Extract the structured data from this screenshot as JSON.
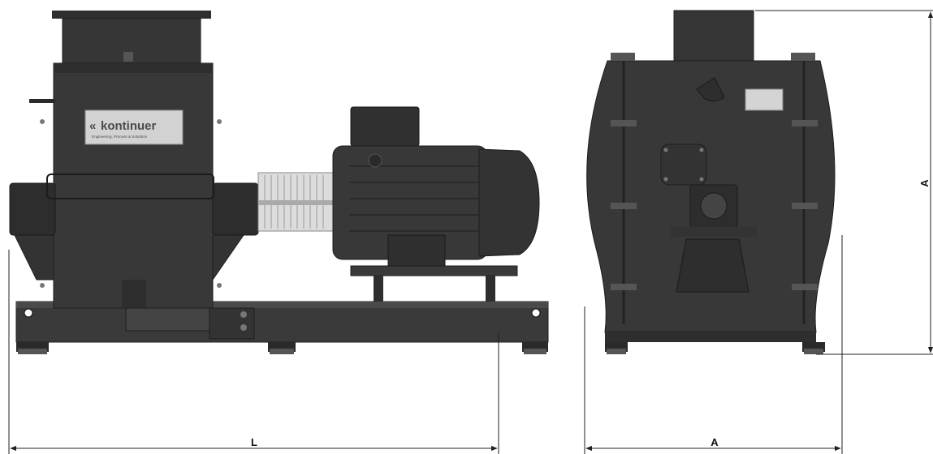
{
  "logo": {
    "chevrons": "«",
    "name": "kontinuer",
    "tagline": "Engineering, Process & Solutions"
  },
  "dimensions": {
    "length_label": "L",
    "width_label": "A",
    "height_label": "A"
  },
  "colors": {
    "machine": "#3a3a3a",
    "machine_dark": "#262626",
    "machine_light": "#4a4a4a",
    "guard": "#d9d9d9",
    "plate": "#cfcfcf",
    "dimension_line": "#222222"
  }
}
